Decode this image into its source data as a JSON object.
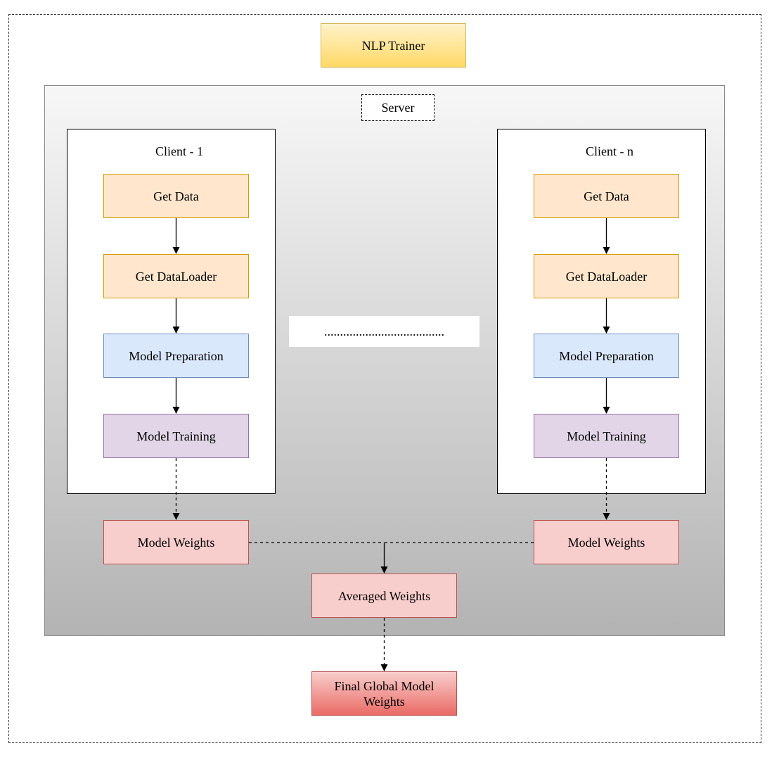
{
  "title": "NLP Trainer",
  "server": {
    "label": "Server"
  },
  "clients": [
    {
      "title": "Client - 1",
      "steps": [
        "Get Data",
        "Get DataLoader",
        "Model Preparation",
        "Model Training"
      ],
      "weights": "Model Weights"
    },
    {
      "title": "Client - n",
      "steps": [
        "Get Data",
        "Get DataLoader",
        "Model Preparation",
        "Model Training"
      ],
      "weights": "Model Weights"
    }
  ],
  "ellipsis": "......................................",
  "averaged": "Averaged Weights",
  "final": "Final Global Model Weights",
  "colors": {
    "trainer_fill": "#ffd966",
    "data_fill": "#ffe6cc",
    "prep_fill": "#dae8fc",
    "training_fill": "#e1d5e7",
    "weights_fill": "#f8cecc",
    "final_fill": "#ea6b66"
  }
}
